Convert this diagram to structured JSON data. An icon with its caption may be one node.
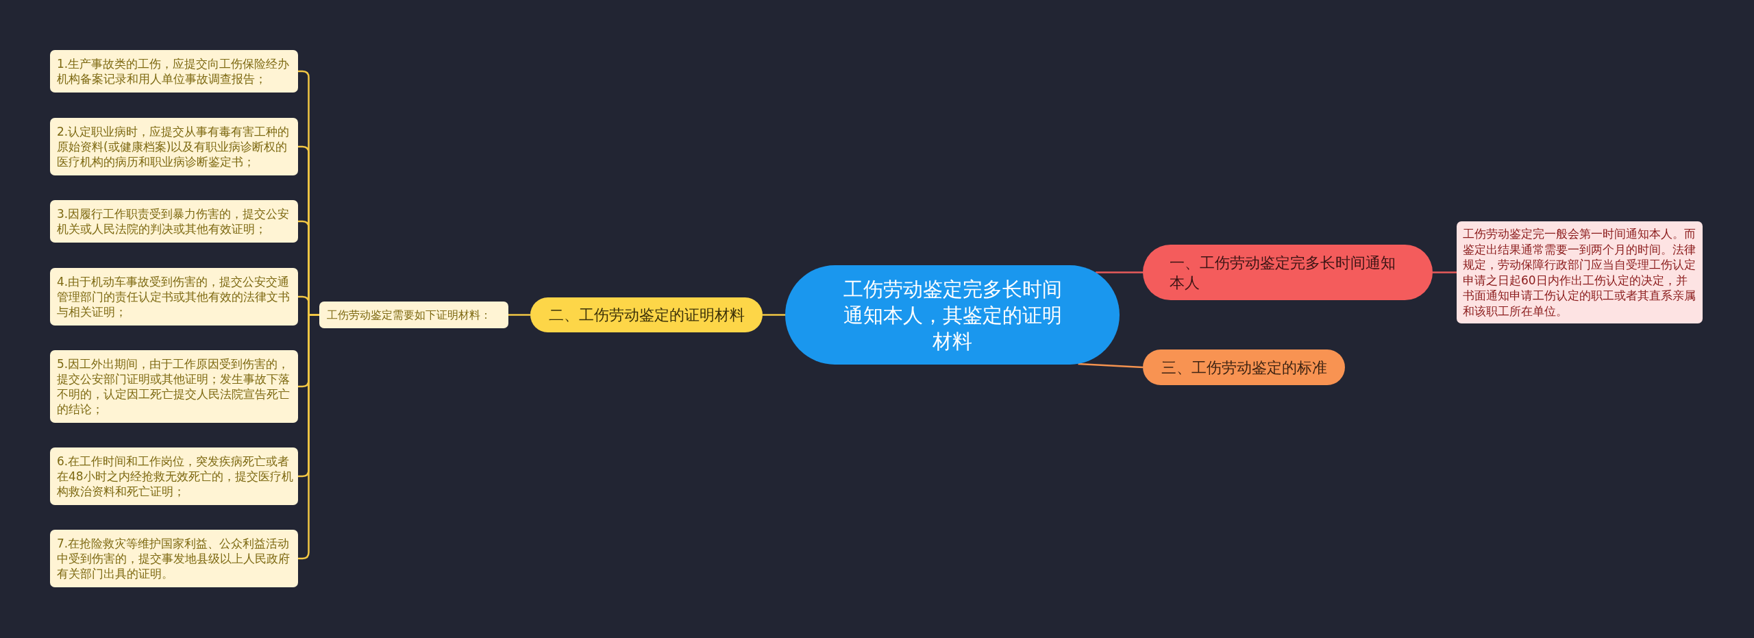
{
  "diagram": {
    "nodes": [
      {
        "text": [
          "工伤劳动鉴定完多长时间通知本人，其鉴定的证明材料"
        ]
      },
      {
        "text": [
          "一、工伤劳动鉴定完多长时间通知本人"
        ]
      },
      {
        "text": [
          "工伤劳动鉴定完一般会第一时间通知本人。而鉴定出结果通常需要一到两个月的时间。法律规定，劳动保障行政部门应当自受理工伤认定申请之日起60日内作出工伤认定的决定，并书面通知申请工伤认定的职工或者其直系亲属和该职工所在单位。"
        ]
      },
      {
        "text": [
          "二、工伤劳动鉴定的证明材料"
        ]
      },
      {
        "text": [
          "工伤劳动鉴定需要如下证明材料："
        ]
      },
      {
        "text": [
          "1.生产事故类的工伤，应提交向工伤保险经办机构备案记录和用人单位事故调查报告；"
        ]
      },
      {
        "text": [
          "2.认定职业病时，应提交从事有毒有害工种的原始资料(或健康档案)以及有职业病诊断权的医疗机构的病历和职业病诊断鉴定书；"
        ]
      },
      {
        "text": [
          "3.因履行工作职责受到暴力伤害的，提交公安机关或人民法院的判决或其他有效证明；"
        ]
      },
      {
        "text": [
          "4.由于机动车事故受到伤害的，提交公安交通管理部门的责任认定书或其他有效的法律文书与相关证明；"
        ]
      },
      {
        "text": [
          "5.因工外出期间，由于工作原因受到伤害的，提交公安部门证明或其他证明；发生事故下落不明的，认定因工死亡提交人民法院宣告死亡的结论；"
        ]
      },
      {
        "text": [
          "6.在工作时间和工作岗位，突发疾病死亡或者在48小时之内经抢救无效死亡的，提交医疗机构救治资料和死亡证明；"
        ]
      },
      {
        "text": [
          "7.在抢险救灾等维护国家利益、公众利益活动中受到伤害的，提交事发地县级以上人民政府有关部门出具的证明。"
        ]
      },
      {
        "text": [
          "三、工伤劳动鉴定的标准"
        ]
      }
    ],
    "edges": [
      {
        "from": 0,
        "to": 1,
        "arrow": "none",
        "color": "#e95b5b"
      },
      {
        "from": 1,
        "to": 2,
        "arrow": "none",
        "color": "#e95b5b"
      },
      {
        "from": 0,
        "to": 3,
        "arrow": "none"
      },
      {
        "from": 3,
        "to": 4,
        "arrow": "none"
      },
      {
        "from": 4,
        "to": 5,
        "arrow": "none"
      },
      {
        "from": 4,
        "to": 6,
        "arrow": "none"
      },
      {
        "from": 4,
        "to": 7,
        "arrow": "none"
      },
      {
        "from": 4,
        "to": 8,
        "arrow": "none"
      },
      {
        "from": 4,
        "to": 9,
        "arrow": "none"
      },
      {
        "from": 4,
        "to": 10,
        "arrow": "none"
      },
      {
        "from": 4,
        "to": 11,
        "arrow": "none"
      },
      {
        "from": 0,
        "to": 12,
        "arrow": "none",
        "color": "#f4924f"
      }
    ]
  }
}
